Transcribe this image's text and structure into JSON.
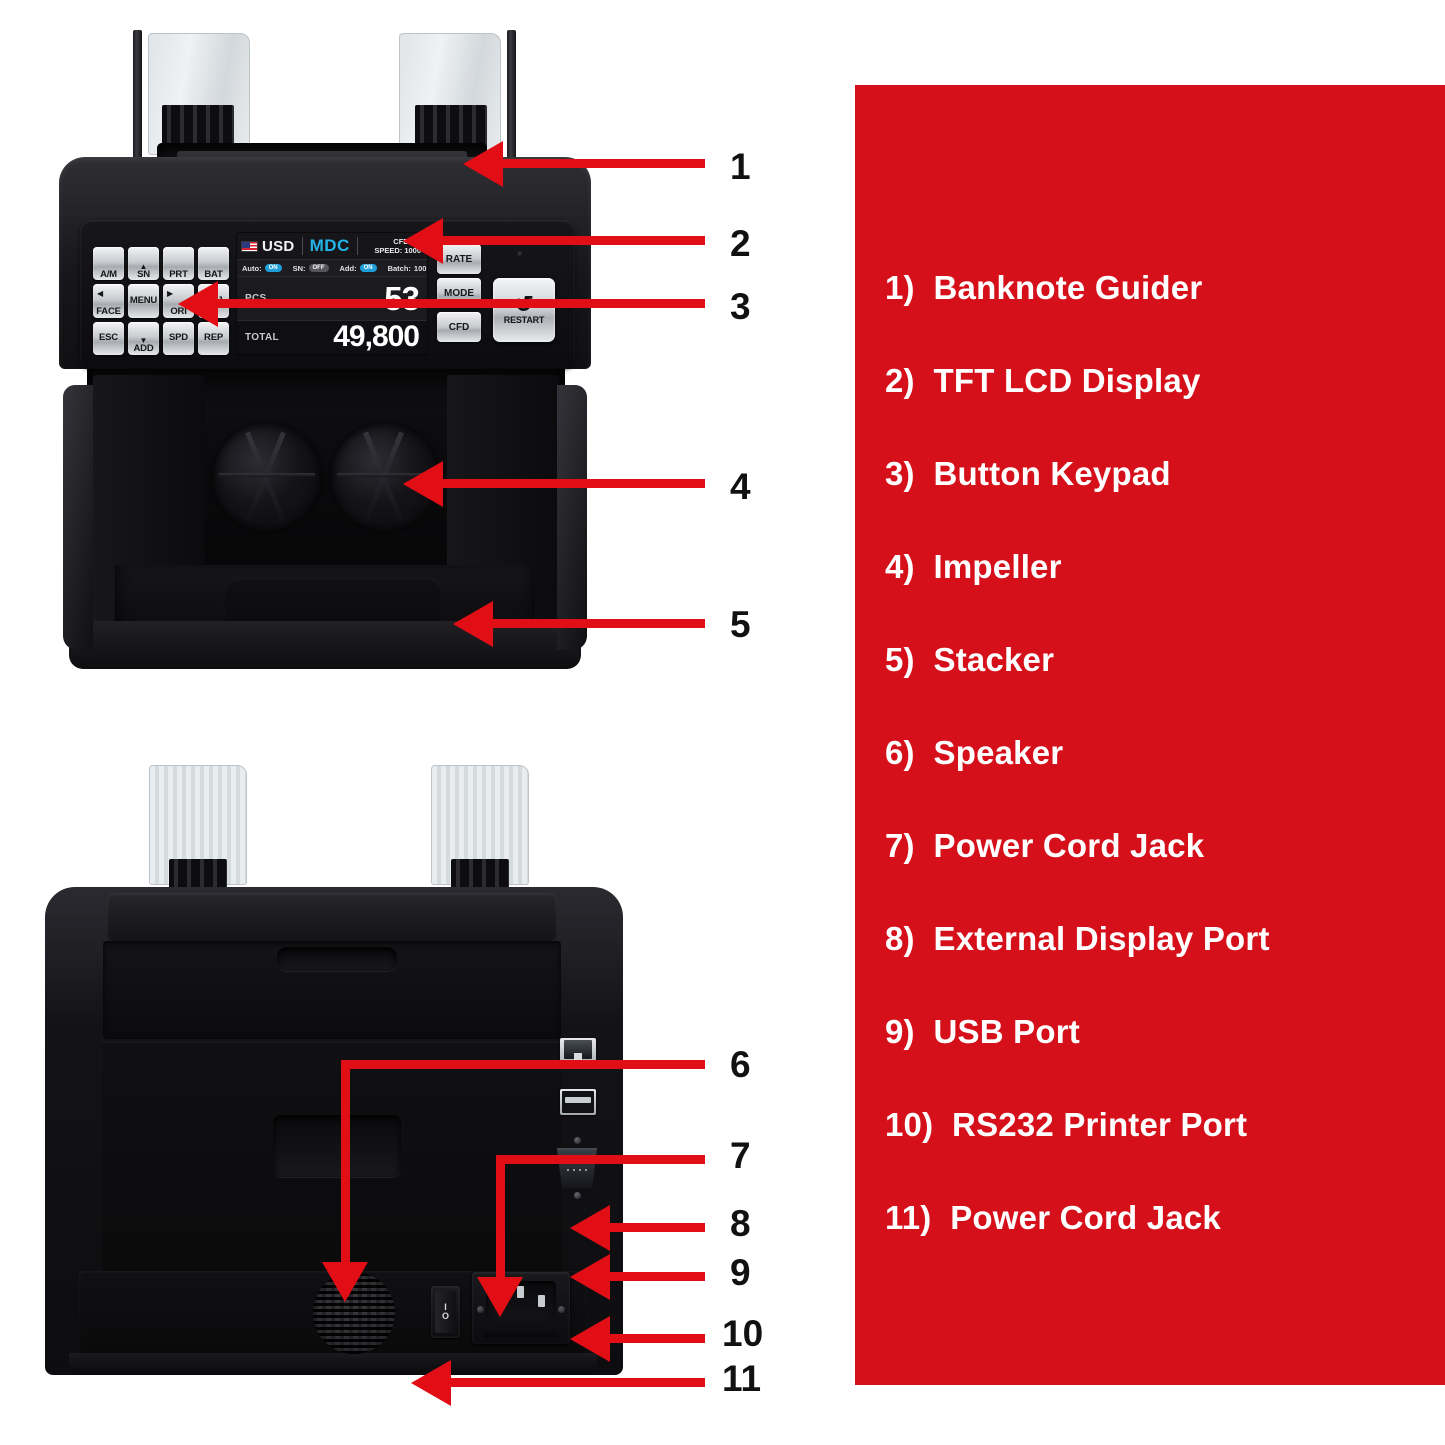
{
  "panel": {
    "background_color": "#d6101a",
    "text_color": "#ffffff"
  },
  "legend": {
    "items": [
      {
        "number": "1)",
        "label": "Banknote Guider"
      },
      {
        "number": "2)",
        "label": "TFT LCD Display"
      },
      {
        "number": "3)",
        "label": "Button Keypad"
      },
      {
        "number": "4)",
        "label": "Impeller"
      },
      {
        "number": "5)",
        "label": "Stacker"
      },
      {
        "number": "6)",
        "label": "Speaker"
      },
      {
        "number": "7)",
        "label": "Power Cord Jack"
      },
      {
        "number": "8)",
        "label": "External Display Port"
      },
      {
        "number": "9)",
        "label": "USB Port"
      },
      {
        "number": "10)",
        "label": "RS232 Printer Port"
      },
      {
        "number": "11)",
        "label": "Power Cord Jack"
      }
    ]
  },
  "callouts": {
    "color": "#111111",
    "items": [
      {
        "n": "1",
        "target": "banknote-guider"
      },
      {
        "n": "2",
        "target": "tft-lcd-display"
      },
      {
        "n": "3",
        "target": "button-keypad"
      },
      {
        "n": "4",
        "target": "impeller"
      },
      {
        "n": "5",
        "target": "stacker"
      },
      {
        "n": "6",
        "target": "speaker"
      },
      {
        "n": "7",
        "target": "power-cord-jack-rear"
      },
      {
        "n": "8",
        "target": "external-display-port"
      },
      {
        "n": "9",
        "target": "usb-port"
      },
      {
        "n": "10",
        "target": "rs232-printer-port"
      },
      {
        "n": "11",
        "target": "power-switch"
      }
    ],
    "arrow_color": "#e10e15"
  },
  "lcd": {
    "currency": "USD",
    "mode": "MDC",
    "cfd_label": "CFD:",
    "speed_label": "SPEED:",
    "speed_value": "1000",
    "status": [
      {
        "name": "Auto:",
        "state": "ON",
        "type": "pill"
      },
      {
        "name": "SN:",
        "state": "OFF",
        "type": "pill"
      },
      {
        "name": "Add:",
        "state": "ON",
        "type": "pill"
      },
      {
        "name": "Batch:",
        "state": "100",
        "type": "text"
      }
    ],
    "rows": [
      {
        "label": "PCS",
        "value": "53"
      },
      {
        "label": "TOTAL",
        "value": "49,800"
      }
    ]
  },
  "keypad": {
    "keys": [
      {
        "label": "A/M",
        "arrow": ""
      },
      {
        "label": "SN",
        "arrow": "▲"
      },
      {
        "label": "PRT",
        "arrow": ""
      },
      {
        "label": "BAT",
        "arrow": ""
      },
      {
        "label": "FACE",
        "arrow": "◀"
      },
      {
        "label": "MENU",
        "arrow": ""
      },
      {
        "label": "ORI",
        "arrow": "▶"
      },
      {
        "label": "REJ",
        "arrow": ""
      },
      {
        "label": "ESC",
        "arrow": ""
      },
      {
        "label": "ADD",
        "arrow": "▼"
      },
      {
        "label": "SPD",
        "arrow": ""
      },
      {
        "label": "REP",
        "arrow": ""
      }
    ]
  },
  "side_keys": {
    "keys": [
      {
        "label": "RATE"
      },
      {
        "label": "MODE"
      },
      {
        "label": "CFD"
      }
    ],
    "restart": {
      "label": "RESTART",
      "glyph": "↺"
    }
  },
  "rear_ports": {
    "power_switch": {
      "on_symbol": "I",
      "off_symbol": "O"
    }
  }
}
